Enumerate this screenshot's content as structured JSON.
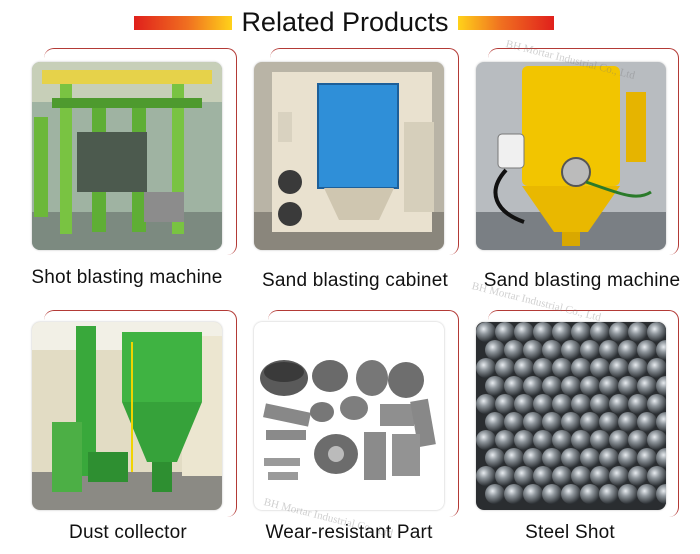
{
  "section_title": "Related Products",
  "watermark": "BH Mortar Industrial Co., Ltd",
  "products": [
    {
      "name": "Shot blasting machine"
    },
    {
      "name": "Sand blasting cabinet"
    },
    {
      "name": "Sand blasting machine"
    },
    {
      "name": "Dust collector"
    },
    {
      "name": "Wear-resistant Part"
    },
    {
      "name": "Steel Shot"
    }
  ]
}
